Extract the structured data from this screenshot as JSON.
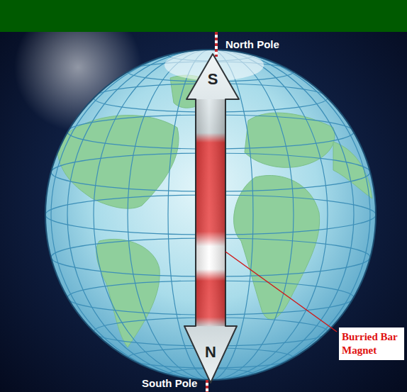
{
  "diagram": {
    "labels": [
      "North Pole",
      "S",
      "N",
      "South Pole",
      "Burried Bar Magnet"
    ]
  }
}
